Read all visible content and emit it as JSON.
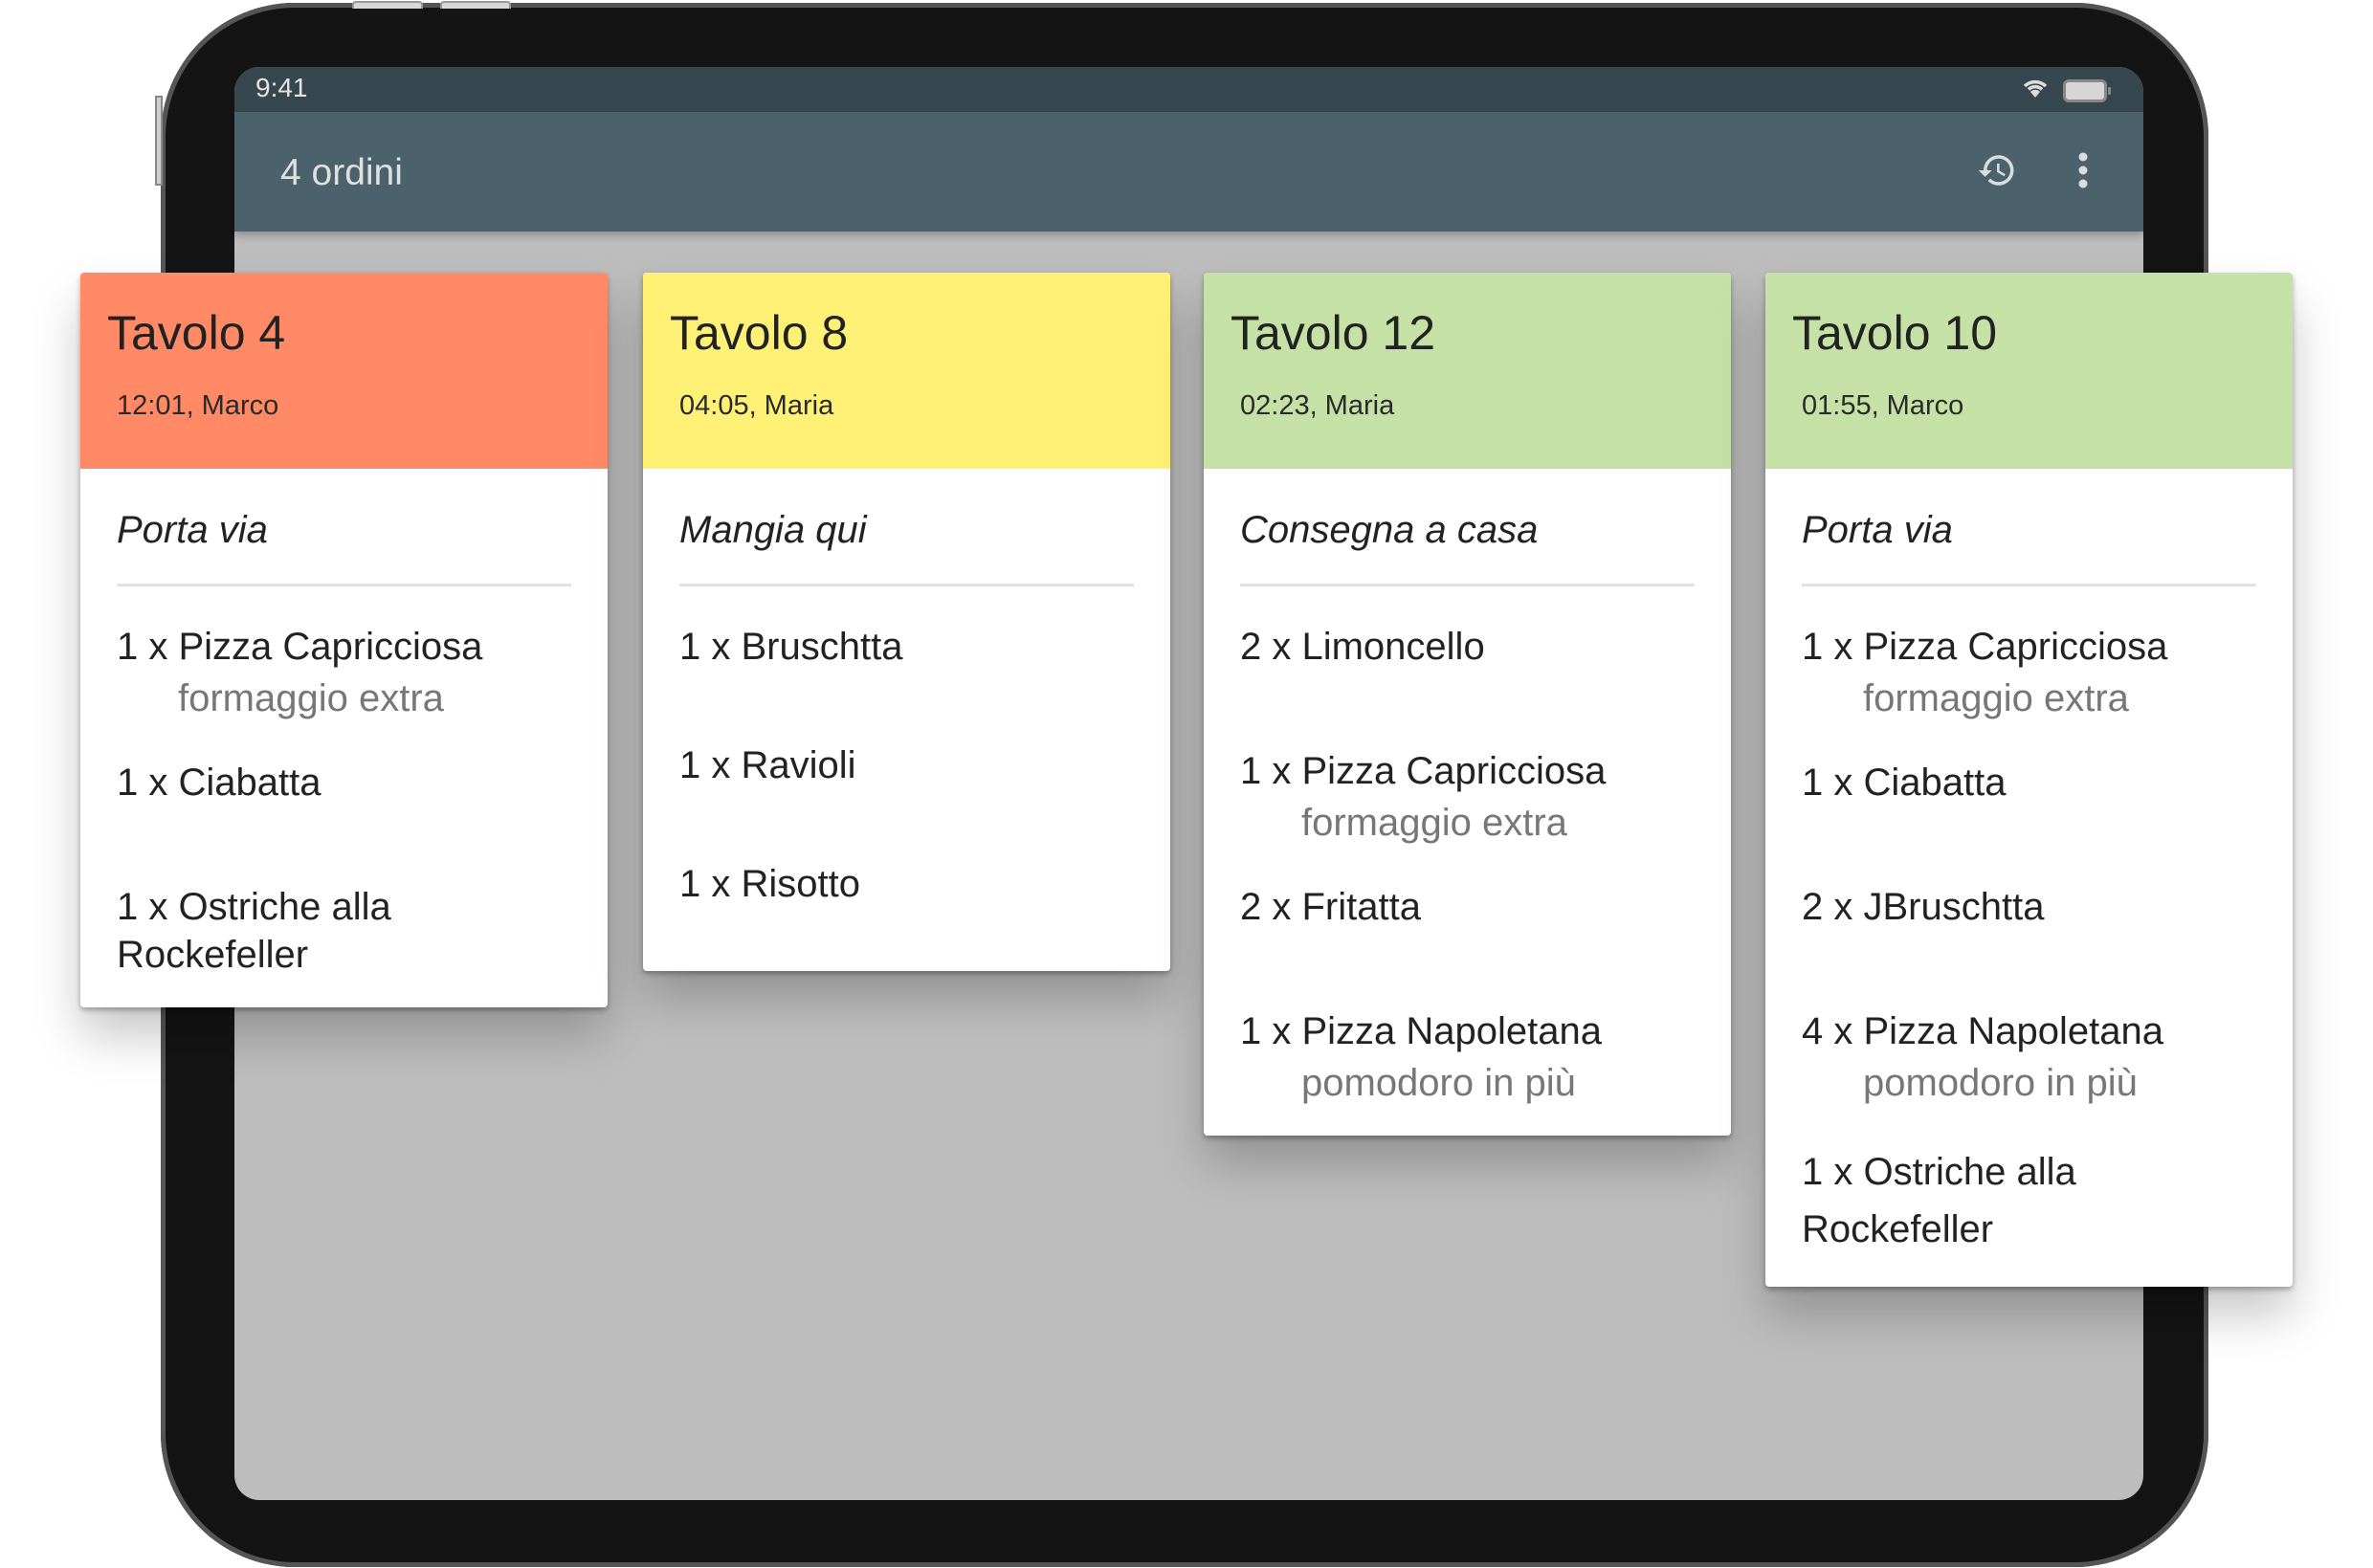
{
  "status_bar": {
    "time": "9:41",
    "wifi_icon": "wifi-icon",
    "battery_icon": "battery-icon"
  },
  "app_bar": {
    "title": "4 ordini",
    "actions": [
      {
        "name": "history",
        "icon": "history-icon"
      },
      {
        "name": "more",
        "icon": "more-vert-icon"
      }
    ]
  },
  "colors": {
    "status_bar": "#37474F",
    "app_bar": "#4B626D",
    "content_bg": "#BDBDBD",
    "urgent": "#FF8A65",
    "warning": "#FFF176",
    "ok": "#C5E1A5"
  },
  "orders": [
    {
      "table": "Tavolo 4",
      "meta": "12:01, Marco",
      "status_color": "#FF8A65",
      "order_type": "Porta via",
      "items": [
        {
          "line": "1 x Pizza Capricciosa",
          "note": "formaggio extra"
        },
        {
          "line": "1 x Ciabatta",
          "note": ""
        },
        {
          "line": "1 x Ostriche alla Rockefeller",
          "note": ""
        }
      ]
    },
    {
      "table": "Tavolo 8",
      "meta": "04:05, Maria",
      "status_color": "#FFF176",
      "order_type": "Mangia qui",
      "items": [
        {
          "line": "1 x Bruschtta",
          "note": ""
        },
        {
          "line": "1 x Ravioli",
          "note": ""
        },
        {
          "line": "1 x Risotto",
          "note": ""
        }
      ]
    },
    {
      "table": "Tavolo 12",
      "meta": "02:23, Maria",
      "status_color": "#C5E1A5",
      "order_type": "Consegna a casa",
      "items": [
        {
          "line": "2 x Limoncello",
          "note": ""
        },
        {
          "line": "1 x Pizza Capricciosa",
          "note": "formaggio extra"
        },
        {
          "line": "2 x Fritatta",
          "note": ""
        },
        {
          "line": "1 x Pizza Napoletana",
          "note": "pomodoro in più"
        }
      ]
    },
    {
      "table": "Tavolo 10",
      "meta": "01:55, Marco",
      "status_color": "#C5E1A5",
      "order_type": "Porta via",
      "items": [
        {
          "line": "1 x Pizza Capricciosa",
          "note": "formaggio extra"
        },
        {
          "line": "1 x Ciabatta",
          "note": ""
        },
        {
          "line": "2 x JBruschtta",
          "note": ""
        },
        {
          "line": "4 x Pizza Napoletana",
          "note": "pomodoro in più"
        },
        {
          "line": "1 x Ostriche alla Rockefeller",
          "note": ""
        }
      ]
    }
  ]
}
